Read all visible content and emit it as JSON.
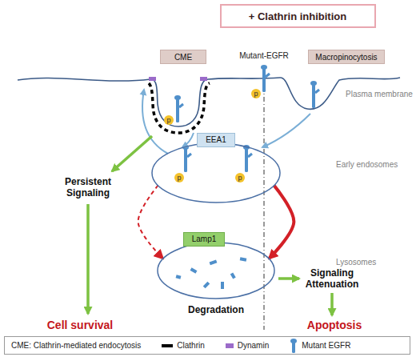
{
  "diagram": {
    "nodes": [
      {
        "text": [
          "+ Clathrin inhibition"
        ]
      },
      {
        "text": [
          "CME"
        ]
      },
      {
        "text": [
          "Macropinocytosis"
        ]
      },
      {
        "text": [
          "EEA1"
        ]
      },
      {
        "text": [
          "Lamp1"
        ]
      }
    ],
    "edges": [
      {
        "from": 3,
        "to": 4,
        "arrow": "to"
      },
      {
        "from": 3,
        "to": 4,
        "arrow": "to"
      }
    ],
    "labels": [
      "Mutant-EGFR",
      "Plasma membrane",
      "p",
      "p",
      "Early endosomes",
      "Persistent Signaling",
      "p",
      "p",
      "Lysosomes",
      "Signaling Attenuation",
      "Degradation",
      "Cell survival",
      "Apoptosis"
    ],
    "legend": [
      {
        "text": "CME: Clathrin-mediated endocytosis"
      },
      {
        "text": "Clathrin",
        "color": "#000000"
      },
      {
        "text": "Dynamin",
        "color": "#9b6bc9"
      },
      {
        "text": "Mutant EGFR"
      }
    ]
  }
}
